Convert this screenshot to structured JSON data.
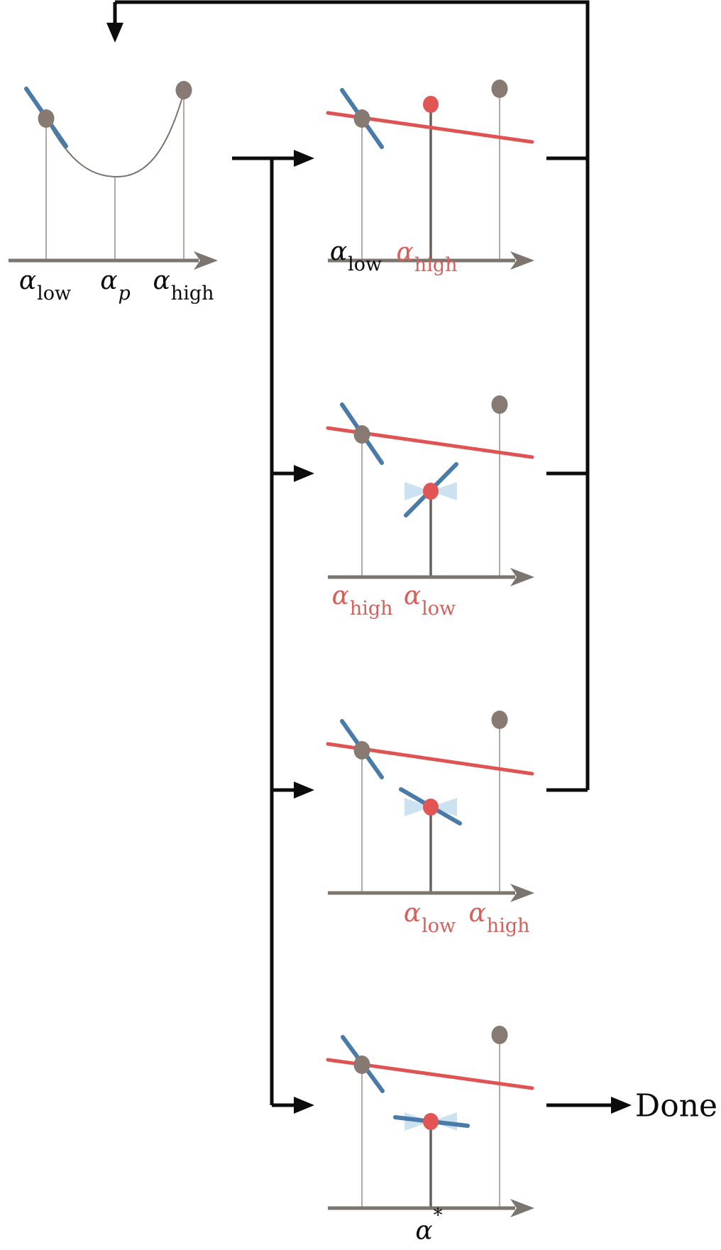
{
  "colors": {
    "ink": "#0c0c0c",
    "gray_axis": "#7b746f",
    "stem_thin": "#9c948f",
    "stem_thick": "#6c5f59",
    "dot_gray": "#877a73",
    "red_fill": "#e25555",
    "red_line": "#df5353",
    "red_text": "#d6605c",
    "blue": "#4a7aa8",
    "bowtie": "#cde2f1"
  },
  "plots": {
    "initial": {
      "labels": {
        "low": {
          "base": "α",
          "sub": "low"
        },
        "p": {
          "base": "α",
          "sub": "p"
        },
        "high": {
          "base": "α",
          "sub": "high"
        }
      }
    },
    "case1": {
      "labels": {
        "low": {
          "base": "α",
          "sub": "low"
        },
        "high": {
          "base": "α",
          "sub": "high"
        }
      }
    },
    "case2": {
      "labels": {
        "high": {
          "base": "α",
          "sub": "high"
        },
        "low": {
          "base": "α",
          "sub": "low"
        }
      }
    },
    "case3": {
      "labels": {
        "low": {
          "base": "α",
          "sub": "low"
        },
        "high": {
          "base": "α",
          "sub": "high"
        }
      }
    },
    "final": {
      "labels": {
        "star": {
          "base": "α",
          "sup": "*"
        }
      }
    }
  },
  "done": {
    "label": "Done"
  }
}
